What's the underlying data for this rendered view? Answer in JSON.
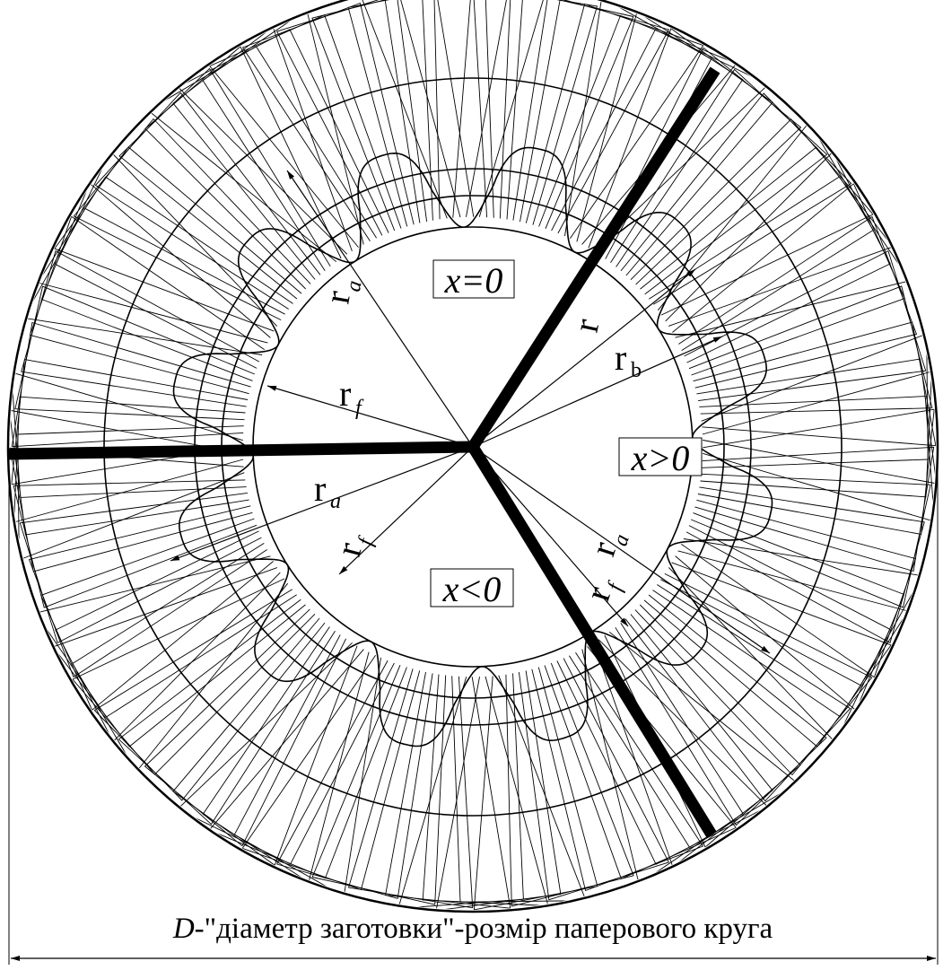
{
  "labels": {
    "zone_top": "x=0",
    "zone_right": "x>0",
    "zone_bottom": "x<0",
    "r": "r",
    "rb_main": "r",
    "rb_sub": "b",
    "ra_main": "r",
    "ra_sub": "a",
    "rf_main": "r",
    "rf_sub": "f"
  },
  "caption": {
    "symbol": "D",
    "text": "-\"діаметр заготовки\"-розмір паперового круга"
  },
  "gear": {
    "teeth": 12
  }
}
